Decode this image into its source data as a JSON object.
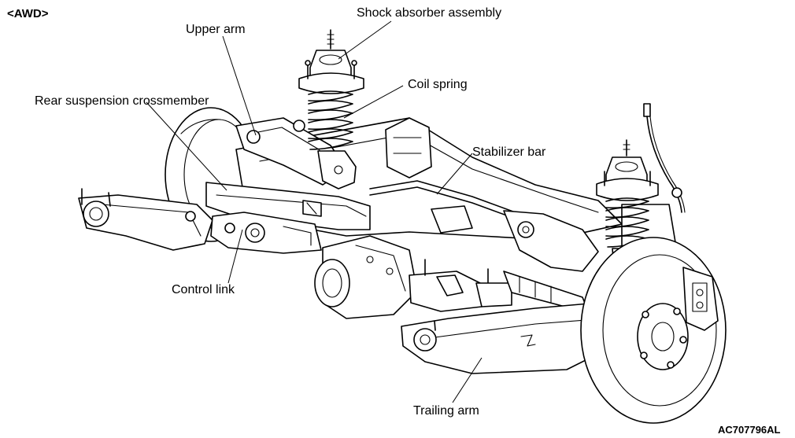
{
  "figure": {
    "variant_tag": "<AWD>",
    "reference_code": "AC707796AL"
  },
  "callouts": [
    {
      "id": "shock",
      "text": "Shock absorber assembly"
    },
    {
      "id": "upper-arm",
      "text": "Upper arm"
    },
    {
      "id": "coil",
      "text": "Coil spring"
    },
    {
      "id": "crossmember",
      "text": "Rear suspension crossmember"
    },
    {
      "id": "stabilizer",
      "text": "Stabilizer bar"
    },
    {
      "id": "control-link",
      "text": "Control link"
    },
    {
      "id": "trailing-arm",
      "text": "Trailing arm"
    }
  ]
}
